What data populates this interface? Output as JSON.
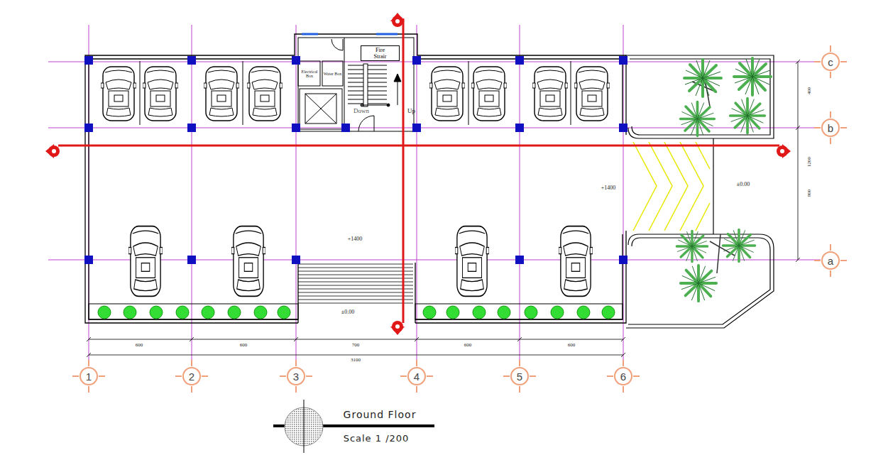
{
  "diagram": {
    "title": "Ground Floor",
    "caption": "Scale 1 /200",
    "nodes": [
      {
        "text": [
          "Fire Strair"
        ]
      },
      {
        "text": [
          "c"
        ]
      },
      {
        "text": [
          "b"
        ]
      },
      {
        "text": [
          "a"
        ]
      },
      {
        "text": [
          "1"
        ]
      },
      {
        "text": [
          "2"
        ]
      },
      {
        "text": [
          "3"
        ]
      },
      {
        "text": [
          "4"
        ]
      },
      {
        "text": [
          "5"
        ]
      },
      {
        "text": [
          "6"
        ]
      }
    ],
    "labels": [
      "Electrical Box",
      "Water Box",
      "Down",
      "Up",
      "+1400",
      "±0.00",
      "+1400",
      "±0.00",
      "600",
      "600",
      "700",
      "600",
      "600",
      "3100",
      "400",
      "1200",
      "800"
    ]
  }
}
